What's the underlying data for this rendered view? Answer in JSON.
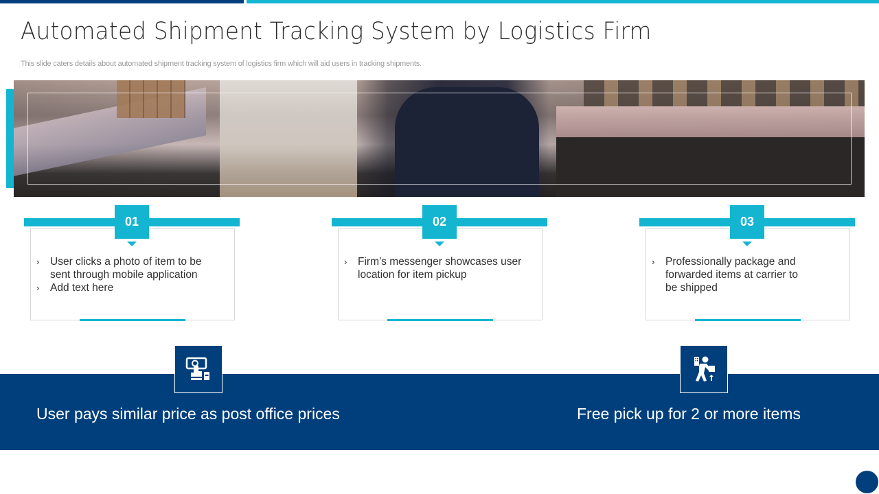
{
  "slide": {
    "title": "Automated Shipment Tracking System by Logistics Firm",
    "subtitle": "This slide caters details about automated shipment tracking system of logistics firm which will aid users in tracking shipments."
  },
  "colors": {
    "navy": "#003f7c",
    "cyan": "#13b5d1",
    "text": "#2f2f2f",
    "subtitle": "#9a9a9a"
  },
  "hero_image": {
    "description": "warehouse aisle with shelves of boxes and a worker"
  },
  "steps": [
    {
      "number": "01",
      "bullets": [
        "User clicks a photo of item to be sent through mobile application",
        "Add text here"
      ]
    },
    {
      "number": "02",
      "bullets": [
        "Firm’s messenger showcases user location for item pickup"
      ]
    },
    {
      "number": "03",
      "bullets": [
        "Professionally package and forwarded items at carrier to be shipped"
      ]
    }
  ],
  "bullet_glyph": "›",
  "highlights": [
    {
      "icon": "cash-payment-icon",
      "text": "User pays similar price as post office prices"
    },
    {
      "icon": "delivery-worker-lifting-box-icon",
      "text": "Free pick up for 2 or more items"
    }
  ]
}
